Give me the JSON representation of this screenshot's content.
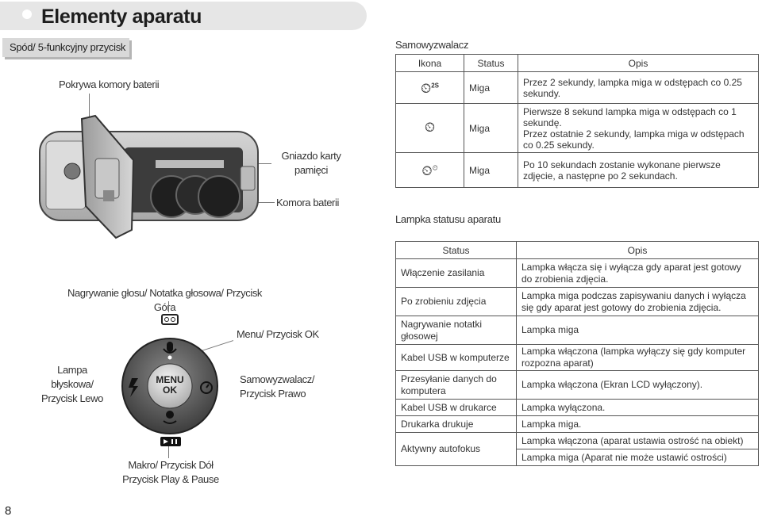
{
  "header": {
    "title": "Elementy aparatu"
  },
  "section_tab": "Spód/ 5-funkcyjny przycisk",
  "bottom_labels": {
    "battery_cover": "Pokrywa komory baterii",
    "card_slot": "Gniazdo karty\npamięci",
    "battery_chamber": "Komora baterii"
  },
  "dial_labels": {
    "voice": "Nagrywanie głosu/ Notatka głosowa/ Przycisk Góra",
    "menu_ok": "Menu/ Przycisk OK",
    "flash_left": "Lampa\nbłyskowa/\nPrzycisk Lewo",
    "timer_right": "Samowyzwalacz/\nPrzycisk Prawo",
    "macro_down": "Makro/ Przycisk Dół\nPrzycisk Play & Pause"
  },
  "dial_button": {
    "line1": "MENU",
    "line2": "OK"
  },
  "self_timer": {
    "title": "Samowyzwalacz",
    "headers": [
      "Ikona",
      "Status",
      "Opis"
    ],
    "rows": [
      {
        "icon": "self-timer-2s-icon",
        "status": "Miga",
        "desc": "Przez 2 sekundy, lampka miga w odstępach co 0.25 sekundy."
      },
      {
        "icon": "self-timer-10s-icon",
        "status": "Miga",
        "desc": "Pierwsze 8 sekund lampka miga w odstępach co 1 sekundę.\nPrzez ostatnie 2 sekundy, lampka miga w odstępach co 0.25 sekundy."
      },
      {
        "icon": "self-timer-double-icon",
        "status": "Miga",
        "desc": "Po 10 sekundach zostanie wykonane pierwsze zdjęcie, a następne po 2 sekundach."
      }
    ]
  },
  "status_lamp": {
    "title": "Lampka statusu aparatu",
    "headers": [
      "Status",
      "Opis"
    ],
    "rows": [
      {
        "status": "Włączenie zasilania",
        "desc": "Lampka włącza się i wyłącza gdy aparat jest gotowy do zrobienia zdjęcia."
      },
      {
        "status": "Po zrobieniu zdjęcia",
        "desc": "Lampka miga podczas zapisywaniu danych i wyłącza się gdy aparat jest gotowy do zrobienia zdjęcia."
      },
      {
        "status": "Nagrywanie notatki głosowej",
        "desc": "Lampka miga"
      },
      {
        "status": "Kabel USB w komputerze",
        "desc": "Lampka włączona (lampka wyłączy się gdy komputer rozpozna aparat)"
      },
      {
        "status": "Przesyłanie danych do komputera",
        "desc": "Lampka włączona (Ekran LCD wyłączony)."
      },
      {
        "status": "Kabel USB w drukarce",
        "desc": "Lampka wyłączona."
      },
      {
        "status": "Drukarka drukuje",
        "desc": "Lampka miga."
      },
      {
        "status": "Aktywny autofokus",
        "desc": "Lampka włączona (aparat ustawia ostrość na obiekt)"
      },
      {
        "status": "",
        "desc": "Lampka miga (Aparat nie może ustawić ostrości)"
      }
    ]
  },
  "page_number": "8"
}
